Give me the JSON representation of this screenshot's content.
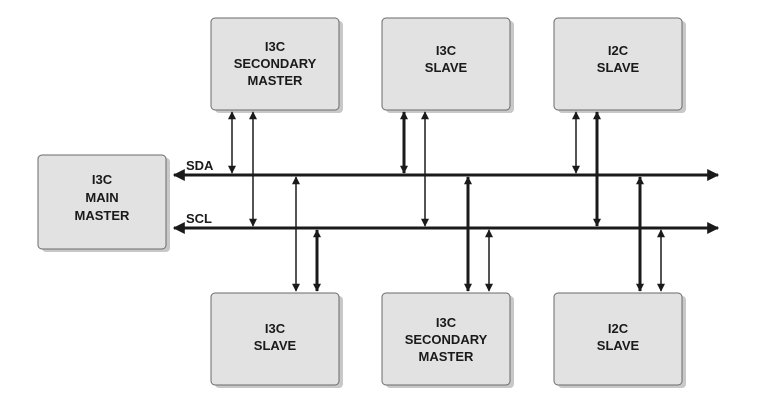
{
  "buses": {
    "sda_label": "SDA",
    "scl_label": "SCL"
  },
  "main_master": {
    "lines": [
      "I3C",
      "MAIN",
      "MASTER"
    ]
  },
  "top_row": [
    {
      "lines": [
        "I3C",
        "SECONDARY",
        "MASTER"
      ]
    },
    {
      "lines": [
        "I3C",
        "SLAVE"
      ]
    },
    {
      "lines": [
        "I2C",
        "SLAVE"
      ]
    }
  ],
  "bottom_row": [
    {
      "lines": [
        "I3C",
        "SLAVE"
      ]
    },
    {
      "lines": [
        "I3C",
        "SECONDARY",
        "MASTER"
      ]
    },
    {
      "lines": [
        "I2C",
        "SLAVE"
      ]
    }
  ]
}
